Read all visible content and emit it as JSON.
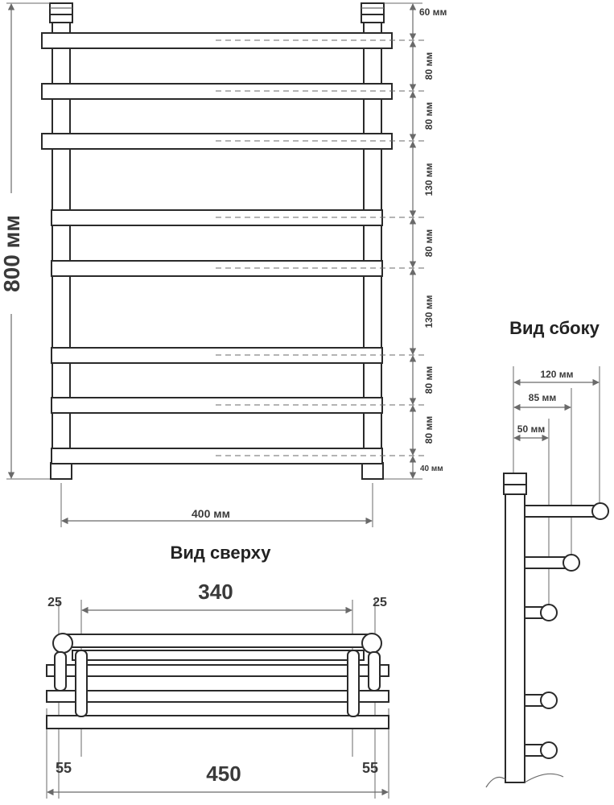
{
  "front_view": {
    "height_label": "800 мм",
    "width_label": "400 мм",
    "spacings": [
      "60 мм",
      "80 мм",
      "80 мм",
      "130 мм",
      "80 мм",
      "130 мм",
      "80 мм",
      "80 мм",
      "40 мм"
    ]
  },
  "side_view": {
    "title": "Вид сбоку",
    "depths": [
      "120 мм",
      "85 мм",
      "50 мм"
    ]
  },
  "top_view": {
    "title": "Вид сверху",
    "inner_width": "340",
    "left_offset": "25",
    "right_offset": "25",
    "outer_width": "450",
    "left_margin": "55",
    "right_margin": "55"
  }
}
